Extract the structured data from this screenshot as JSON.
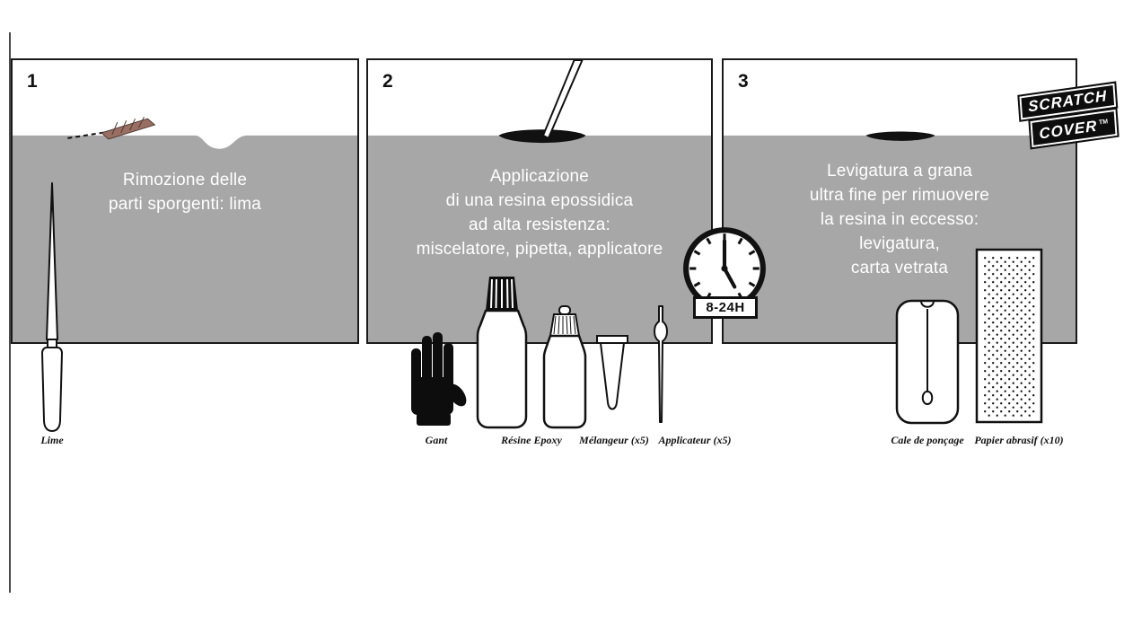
{
  "brand": {
    "line1": "SCRATCH",
    "line2": "COVER",
    "tm": "TM"
  },
  "colors": {
    "panel_gray": "#a7a7a7",
    "border_black": "#1a1a1a",
    "caption_white": "#ffffff",
    "file_brown": "#9a6f63"
  },
  "timer": {
    "label": "8-24H"
  },
  "steps": [
    {
      "number": "1",
      "caption_lines": [
        "Rimozione delle",
        "parti sporgenti: lima"
      ],
      "tools": [
        {
          "name": "file",
          "label": "Lime"
        }
      ]
    },
    {
      "number": "2",
      "caption_lines": [
        "Applicazione",
        "di una resina epossidica",
        "ad alta resistenza:",
        "miscelatore, pipetta, applicatore"
      ],
      "tools": [
        {
          "name": "glove",
          "label": "Gant"
        },
        {
          "name": "epoxy-resin-bottles",
          "label": "Résine Epoxy"
        },
        {
          "name": "mixer-tube",
          "label": "Mélangeur (x5)"
        },
        {
          "name": "applicator-pipette",
          "label": "Applicateur (x5)"
        }
      ]
    },
    {
      "number": "3",
      "caption_lines": [
        "Levigatura a grana",
        "ultra fine per rimuovere",
        "la resina in eccesso:",
        "levigatura,",
        "carta vetrata"
      ],
      "tools": [
        {
          "name": "sanding-block",
          "label": "Cale de ponçage"
        },
        {
          "name": "abrasive-paper",
          "label": "Papier abrasif (x10)"
        }
      ]
    }
  ]
}
